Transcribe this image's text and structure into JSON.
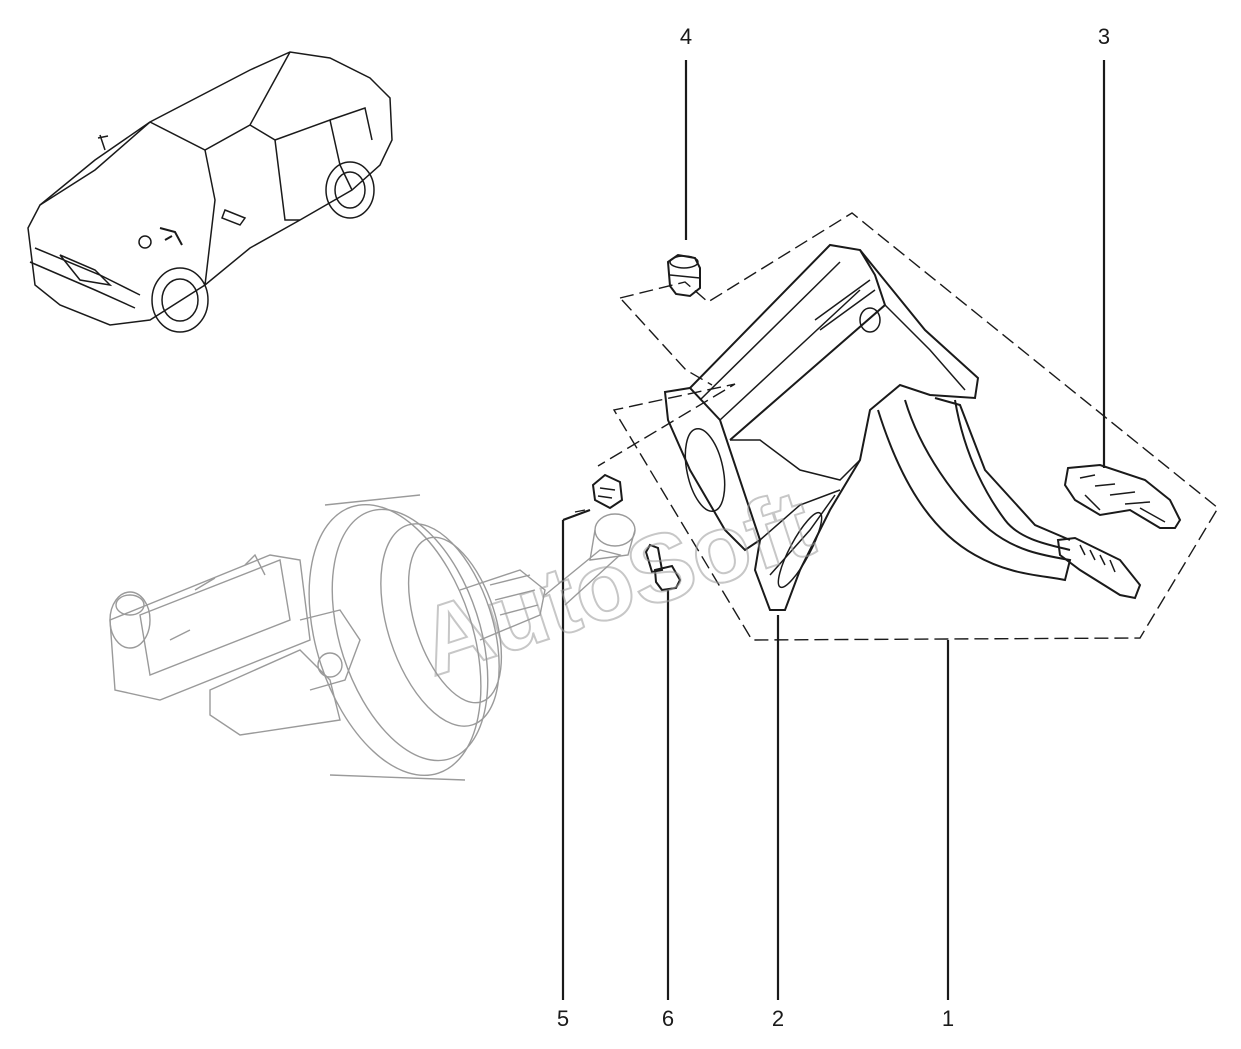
{
  "watermark": "AutoSoft",
  "callouts": {
    "c1": "1",
    "c2": "2",
    "c3": "3",
    "c4": "4",
    "c5": "5",
    "c6": "6"
  }
}
